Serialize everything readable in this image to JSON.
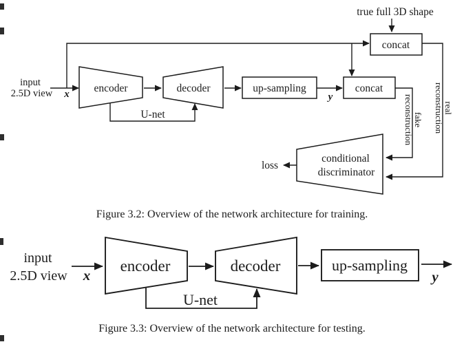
{
  "figure_training": {
    "true_full_3d_shape": "true full 3D shape",
    "concat_top": "concat",
    "input_line1": "input",
    "input_line2": "2.5D view",
    "x_symbol": "x",
    "encoder": "encoder",
    "unet": "U-net",
    "decoder": "decoder",
    "upsampling": "up-sampling",
    "y_symbol": "y",
    "concat_mid": "concat",
    "fake_line1": "fake",
    "fake_line2": "reconstruction",
    "real_line1": "real",
    "real_line2": "reconstruction",
    "discriminator_line1": "conditional",
    "discriminator_line2": "discriminator",
    "loss": "loss",
    "caption": "Figure 3.2: Overview of the network architecture for training."
  },
  "figure_testing": {
    "input_line1": "input",
    "input_line2": "2.5D view",
    "x_symbol": "x",
    "encoder": "encoder",
    "unet": "U-net",
    "decoder": "decoder",
    "upsampling": "up-sampling",
    "y_symbol": "y",
    "caption": "Figure 3.3: Overview of the network architecture for testing."
  },
  "colors": {
    "ink": "#1c1c1c",
    "background": "#ffffff"
  }
}
